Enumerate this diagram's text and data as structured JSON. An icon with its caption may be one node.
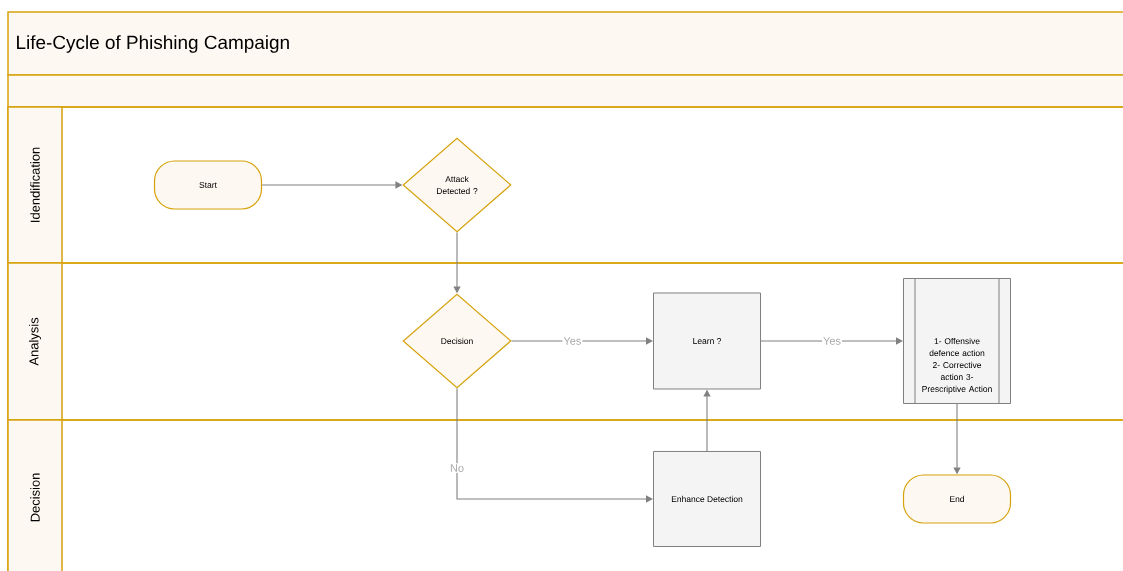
{
  "diagram": {
    "title": "Life-Cycle of Phishing Campaign",
    "nodes": [
      {
        "text": [
          "Idendification"
        ]
      },
      {
        "text": [
          "Analysis"
        ]
      },
      {
        "text": [
          "Decision"
        ]
      },
      {
        "text": [
          "Start"
        ],
        "in": 0
      },
      {
        "text": [
          "Attack Detected ?"
        ],
        "in": 0
      },
      {
        "text": [
          "Decision"
        ],
        "in": 1
      },
      {
        "text": [
          "Learn ?"
        ],
        "in": 1
      },
      {
        "text": [
          "1- Offensive defence action 2- Corrective action 3- Prescriptive Action"
        ],
        "in": 1
      },
      {
        "text": [
          "Enhance Detection"
        ],
        "in": 2
      },
      {
        "text": [
          "End"
        ],
        "in": 2
      }
    ],
    "edges": [
      {
        "from": 3,
        "to": 4,
        "arrow": "to"
      },
      {
        "from": 4,
        "to": 5,
        "arrow": "to"
      },
      {
        "from": 5,
        "to": 6,
        "arrow": "to",
        "label": "Yes"
      },
      {
        "from": 6,
        "to": 7,
        "arrow": "to",
        "label": "Yes"
      },
      {
        "from": 5,
        "to": 8,
        "arrow": "to",
        "label": "No"
      },
      {
        "from": 8,
        "to": 6,
        "arrow": "to"
      },
      {
        "from": 7,
        "to": 9,
        "arrow": "to"
      }
    ]
  }
}
